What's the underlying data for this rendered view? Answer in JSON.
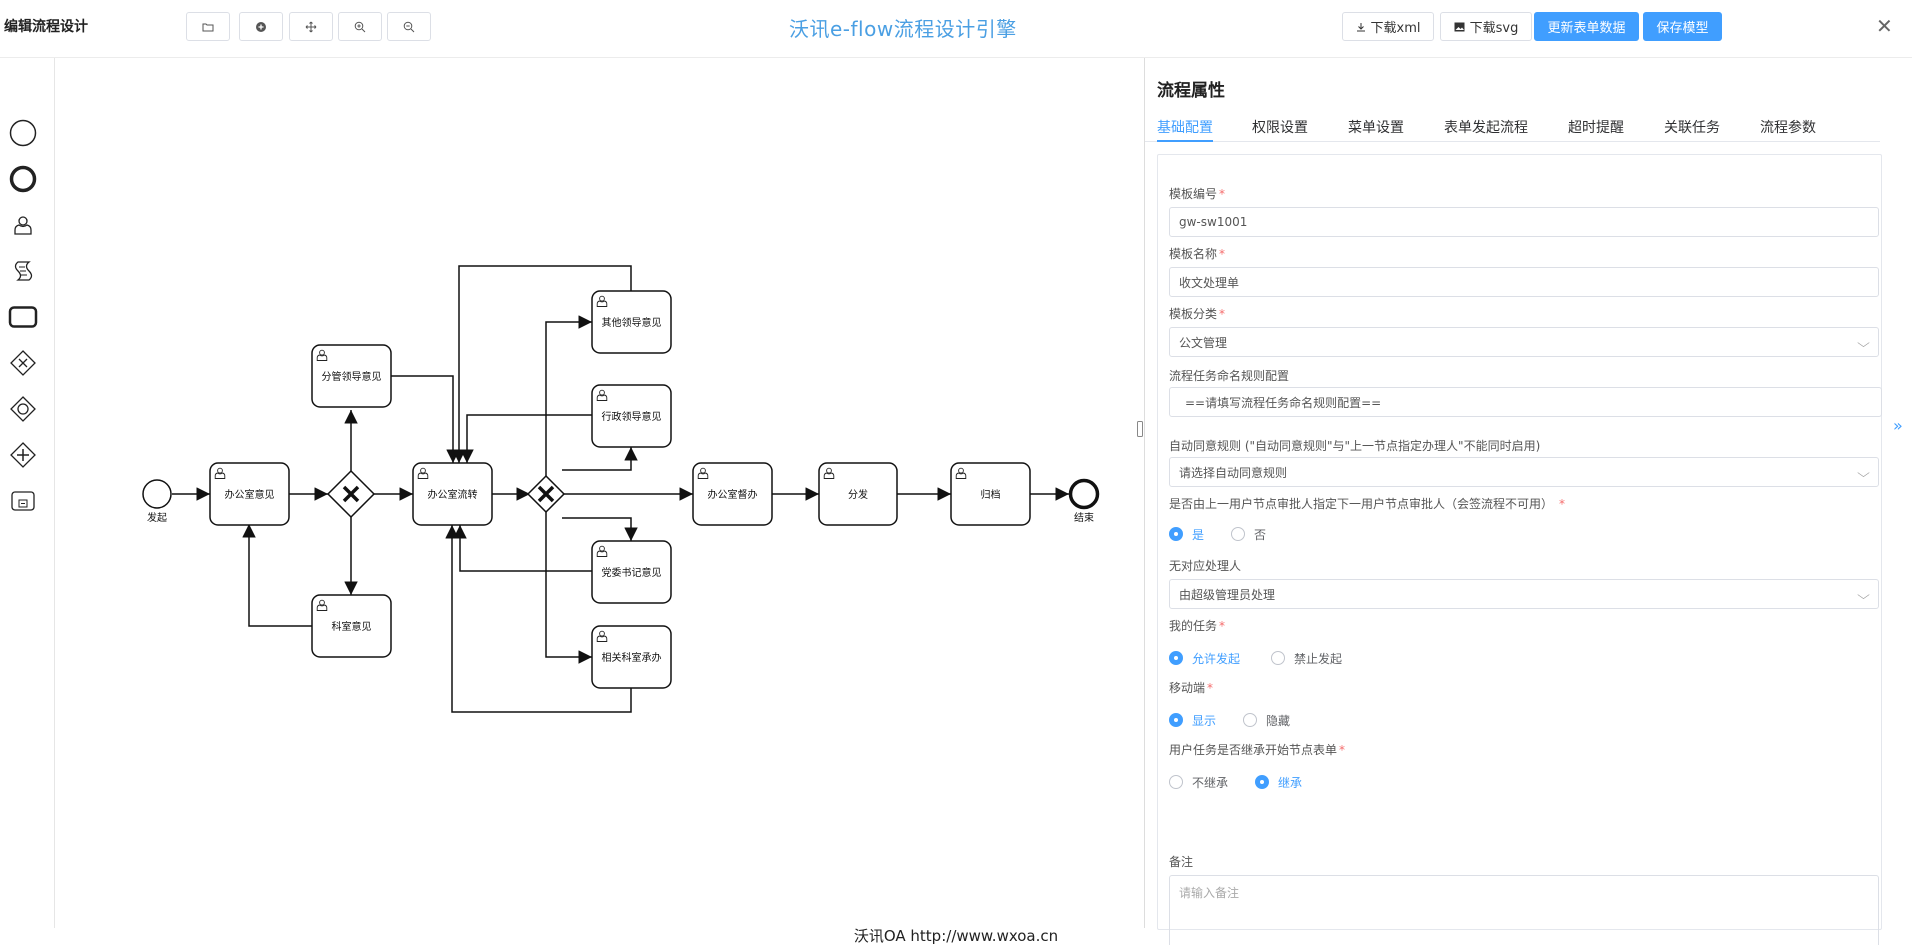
{
  "header": {
    "editor_title": "编辑流程设计",
    "app_title": "沃讯e-flow流程设计引擎",
    "tools": [
      {
        "name": "open-folder",
        "icon": "folder-icon"
      },
      {
        "name": "add",
        "icon": "plus-circle-icon"
      },
      {
        "name": "move",
        "icon": "move-arrows-icon"
      },
      {
        "name": "zoom-in",
        "icon": "zoom-in-icon"
      },
      {
        "name": "zoom-out",
        "icon": "zoom-out-icon"
      }
    ],
    "download_xml": "下载xml",
    "download_svg": "下载svg",
    "update_form": "更新表单数据",
    "save_model": "保存模型",
    "close_icon": "close-icon"
  },
  "palette": {
    "items": [
      "start-event-icon",
      "end-event-icon",
      "user-task-icon",
      "script-task-icon",
      "task-icon",
      "exclusive-gateway-icon",
      "inclusive-gateway-icon",
      "parallel-gateway-icon",
      "subprocess-icon"
    ]
  },
  "diagram": {
    "nodes": {
      "start": "发起",
      "end": "结束",
      "office_opinion": "办公室意见",
      "leader_opinion": "分管领导意见",
      "section_opinion": "科室意见",
      "office_process": "办公室流转",
      "other_leader": "其他领导意见",
      "admin_leader": "行政领导意见",
      "party_secretary": "党委书记意见",
      "related_section": "相关科室承办",
      "office_supervise": "办公室督办",
      "distribute": "分发",
      "archive": "归档"
    }
  },
  "panel": {
    "title": "流程属性",
    "tabs": [
      "基础配置",
      "权限设置",
      "菜单设置",
      "表单发起流程",
      "超时提醒",
      "关联任务",
      "流程参数"
    ],
    "active_tab": "基础配置",
    "form": {
      "template_no_label": "模板编号",
      "template_no_value": "gw-sw1001",
      "template_name_label": "模板名称",
      "template_name_value": "收文处理单",
      "template_cat_label": "模板分类",
      "template_cat_value": "公文管理",
      "naming_rule_label": "流程任务命名规则配置",
      "naming_rule_value": "==请填写流程任务命名规则配置==",
      "auto_agree_label": "自动同意规则 (\"自动同意规则\"与\"上一节点指定办理人\"不能同时启用)",
      "auto_agree_value": "请选择自动同意规则",
      "prev_assign_label": "是否由上一用户节点审批人指定下一用户节点审批人（会签流程不可用）",
      "prev_assign_yes": "是",
      "prev_assign_no": "否",
      "no_handler_label": "无对应处理人",
      "no_handler_value": "由超级管理员处理",
      "my_task_label": "我的任务",
      "my_task_allow": "允许发起",
      "my_task_forbid": "禁止发起",
      "mobile_label": "移动端",
      "mobile_show": "显示",
      "mobile_hide": "隐藏",
      "inherit_label": "用户任务是否继承开始节点表单",
      "inherit_no": "不继承",
      "inherit_yes": "继承",
      "remark_label": "备注",
      "remark_placeholder": "请输入备注"
    }
  },
  "footer": "沃讯OA  http://www.wxoa.cn"
}
